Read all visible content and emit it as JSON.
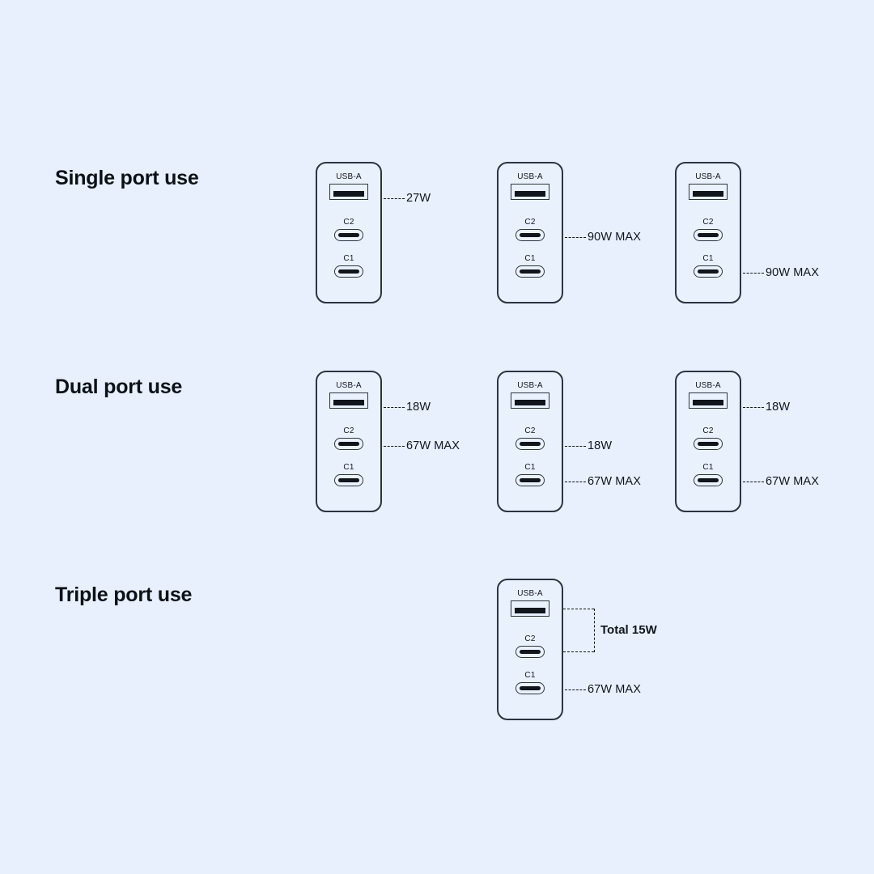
{
  "page": {
    "background_color": "#e7f0fc",
    "outline_color": "#2b3440",
    "text_color": "#11151c"
  },
  "port_labels": {
    "usba": "USB-A",
    "c2": "C2",
    "c1": "C1"
  },
  "sections": [
    {
      "id": "single",
      "title": "Single port use",
      "devices": [
        {
          "id": "single-1",
          "callouts": [
            {
              "port": "usba",
              "text": "27W"
            }
          ]
        },
        {
          "id": "single-2",
          "callouts": [
            {
              "port": "c2",
              "text": "90W MAX"
            }
          ]
        },
        {
          "id": "single-3",
          "callouts": [
            {
              "port": "c1",
              "text": "90W MAX"
            }
          ]
        }
      ]
    },
    {
      "id": "dual",
      "title": "Dual port use",
      "devices": [
        {
          "id": "dual-1",
          "callouts": [
            {
              "port": "usba",
              "text": "18W"
            },
            {
              "port": "c2",
              "text": "67W MAX"
            }
          ]
        },
        {
          "id": "dual-2",
          "callouts": [
            {
              "port": "c2",
              "text": "18W"
            },
            {
              "port": "c1",
              "text": "67W MAX"
            }
          ]
        },
        {
          "id": "dual-3",
          "callouts": [
            {
              "port": "usba",
              "text": "18W"
            },
            {
              "port": "c1",
              "text": "67W MAX"
            }
          ]
        }
      ]
    },
    {
      "id": "triple",
      "title": "Triple port use",
      "devices": [
        {
          "id": "triple-1",
          "bracket": {
            "from": "usba",
            "to": "c2",
            "text": "Total 15W"
          },
          "callouts": [
            {
              "port": "c1",
              "text": "67W MAX"
            }
          ]
        }
      ]
    }
  ]
}
